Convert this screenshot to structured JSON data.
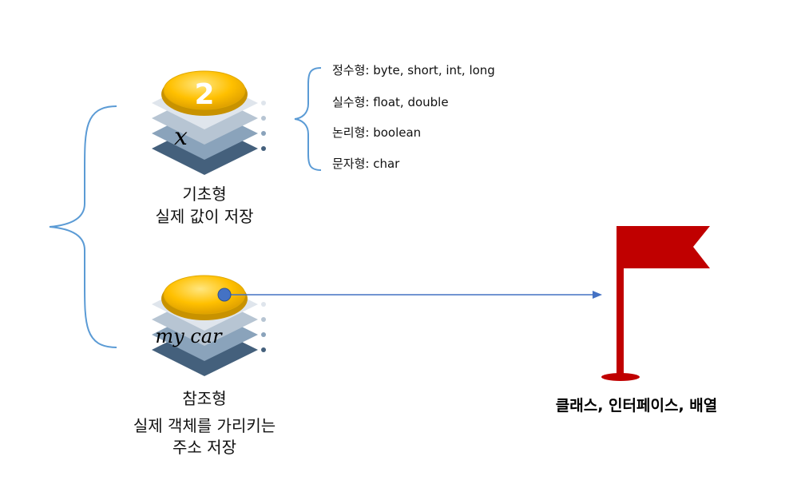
{
  "colors": {
    "brace": "#5b9bd5",
    "layer_light": "#dfe5ec",
    "layer_mid": "#b7c5d3",
    "layer_dark": "#8aa3bb",
    "layer_darkest": "#44607c",
    "coin_fill": "#ffc000",
    "coin_edge": "#c89200",
    "pointer_dot": "#4472c4",
    "arrow": "#4472c4",
    "flag": "#c00000"
  },
  "primitive": {
    "value": "2",
    "variable": "x",
    "title": "기초형",
    "subtitle": "실제 값이 저장",
    "types": [
      "정수형: byte, short, int, long",
      "실수형: float, double",
      "논리형: boolean",
      "문자형: char"
    ]
  },
  "reference": {
    "variable": "my car",
    "title": "참조형",
    "subtitle_lines": [
      "실제 객체를 가리키는",
      "주소 저장"
    ]
  },
  "target": {
    "label": "클래스, 인터페이스, 배열",
    "icon": "flag-icon"
  }
}
